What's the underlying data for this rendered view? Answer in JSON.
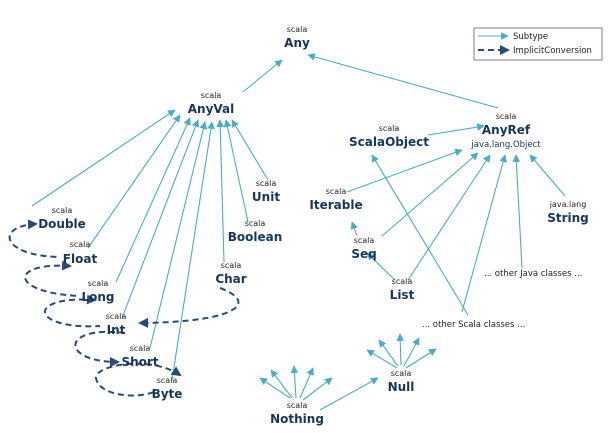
{
  "colors": {
    "subtype": "#4bacc6",
    "implicit": "#2a4a78",
    "type_text": "#17365d"
  },
  "legend": {
    "subtype_label": "Subtype",
    "implicit_label": "ImplicitConversion"
  },
  "nodes": {
    "any": {
      "pkg": "scala",
      "name": "Any"
    },
    "anyval": {
      "pkg": "scala",
      "name": "AnyVal"
    },
    "anyref": {
      "pkg": "scala",
      "name": "AnyRef",
      "sub": "java.lang.Object"
    },
    "scalaobject": {
      "pkg": "scala",
      "name": "ScalaObject"
    },
    "iterable": {
      "pkg": "scala",
      "name": "Iterable"
    },
    "seq": {
      "pkg": "scala",
      "name": "Seq"
    },
    "list": {
      "pkg": "scala",
      "name": "List"
    },
    "string": {
      "pkg": "java.lang",
      "name": "String"
    },
    "unit": {
      "pkg": "scala",
      "name": "Unit"
    },
    "boolean": {
      "pkg": "scala",
      "name": "Boolean"
    },
    "char": {
      "pkg": "scala",
      "name": "Char"
    },
    "double": {
      "pkg": "scala",
      "name": "Double"
    },
    "float": {
      "pkg": "scala",
      "name": "Float"
    },
    "long": {
      "pkg": "scala",
      "name": "Long"
    },
    "int": {
      "pkg": "scala",
      "name": "Int"
    },
    "short": {
      "pkg": "scala",
      "name": "Short"
    },
    "byte": {
      "pkg": "scala",
      "name": "Byte"
    },
    "nothing": {
      "pkg": "scala",
      "name": "Nothing"
    },
    "null": {
      "pkg": "scala",
      "name": "Null"
    }
  },
  "notes": {
    "other_java": "... other Java classes ...",
    "other_scala": "... other Scala classes ..."
  }
}
